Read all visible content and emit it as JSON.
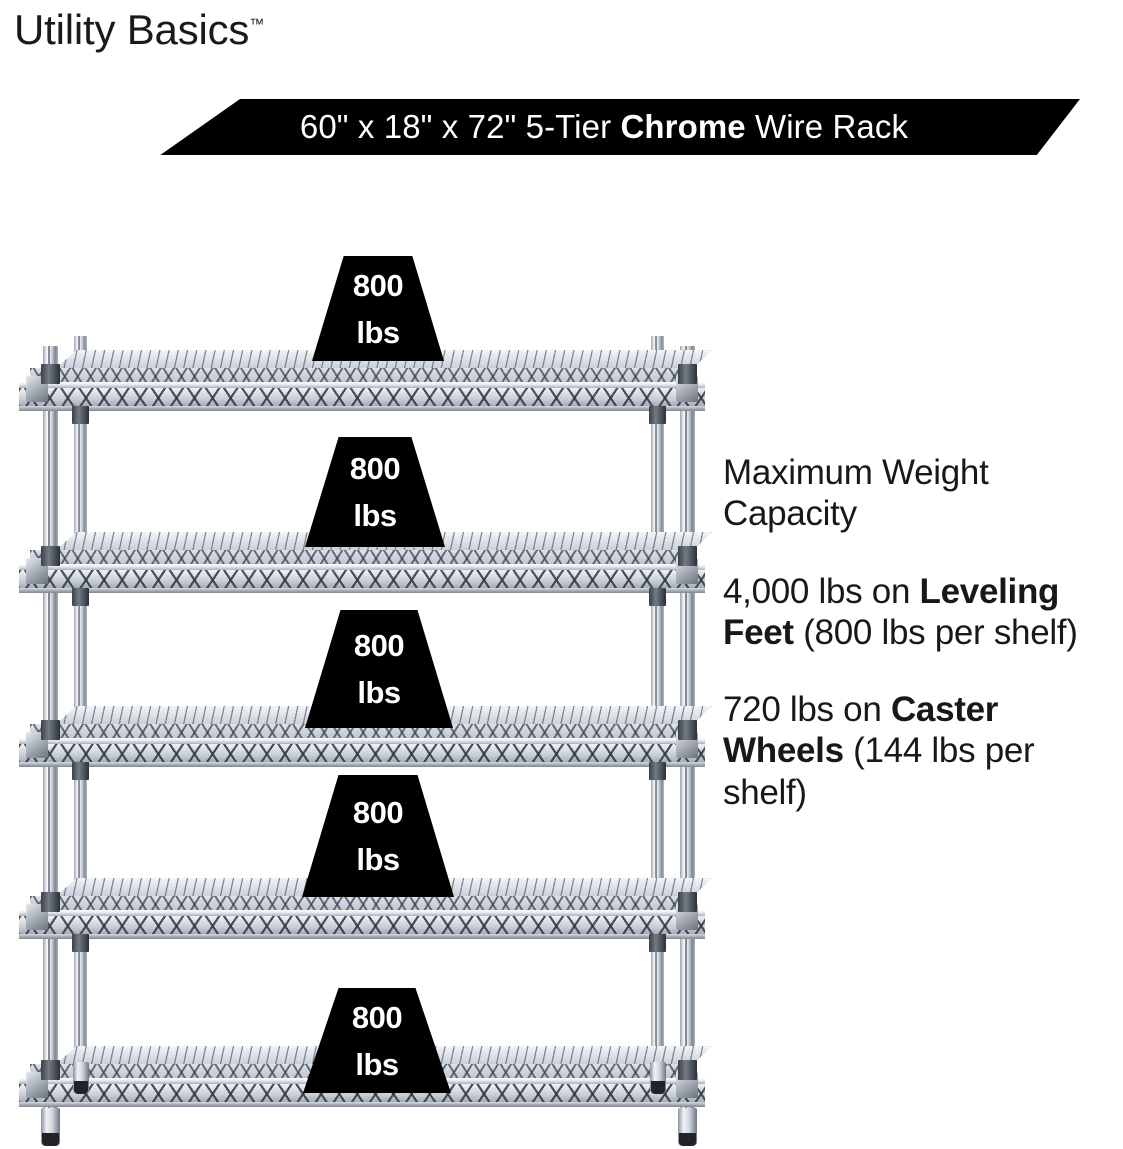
{
  "brand": {
    "name": "Utility Basics",
    "trademark": "™"
  },
  "banner": {
    "dimensions": "60\" x 18\" x 72\"",
    "tier": "5-Tier",
    "material": "Chrome",
    "product": "Wire Rack",
    "prefix": "60\" x 18\" x 72\" 5-Tier ",
    "suffix": " Wire Rack",
    "background_color": "#000000",
    "text_color": "#ffffff"
  },
  "product": {
    "shelf_count": 5,
    "badge_value": "800",
    "badge_unit": "lbs",
    "badge_color": "#000000",
    "chrome_color": "#c8cdd6"
  },
  "badges": [
    {
      "value": "800",
      "unit": "lbs"
    },
    {
      "value": "800",
      "unit": "lbs"
    },
    {
      "value": "800",
      "unit": "lbs"
    },
    {
      "value": "800",
      "unit": "lbs"
    },
    {
      "value": "800",
      "unit": "lbs"
    }
  ],
  "copy": {
    "heading": "Maximum Weight Capacity",
    "leveling": {
      "lead": "4,000 lbs on ",
      "emphasis": "Leveling Feet",
      "tail": " (800 lbs per shelf)"
    },
    "caster": {
      "lead": "720 lbs on ",
      "emphasis": "Caster Wheels",
      "tail": " (144 lbs per shelf)"
    }
  }
}
